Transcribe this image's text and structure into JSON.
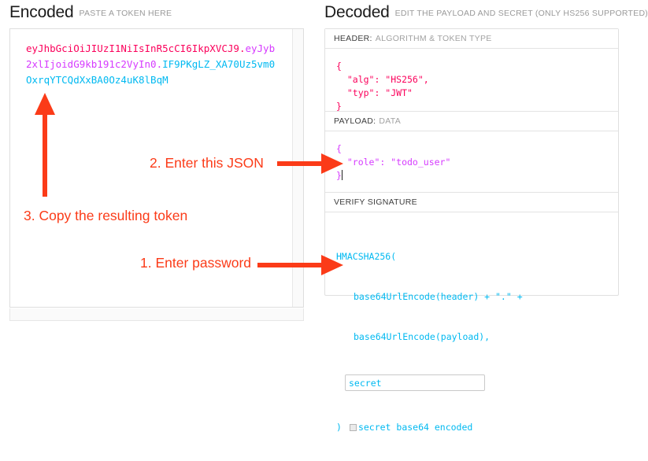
{
  "encoded": {
    "title": "Encoded",
    "subtitle": "PASTE A TOKEN HERE",
    "token": {
      "header": "eyJhbGciOiJIUzI1NiIsInR5cCI6IkpXVCJ9",
      "dot1": ".",
      "payload": "eyJyb2xlIjoidG9kb191c2VyIn0",
      "dot2": ".",
      "signature": "IF9PKgLZ_XA70Uz5vm0OxrqYTCQdXxBA0Oz4uK8lBqM",
      "full": "eyJhbGciOiJIUzI1NiIsInR5cCI6IkpXVCJ9.eyJyb2xlIjoidG9kb191c2VyIn0.IF9PKgLZ_XA70Uz5vm0OxrqYTCQdXxBA0Oz4uK8lBqM"
    },
    "colors": {
      "header": "#fb015b",
      "payload": "#d63aff",
      "signature": "#00b9f1"
    }
  },
  "decoded": {
    "title": "Decoded",
    "subtitle": "EDIT THE PAYLOAD AND SECRET (ONLY HS256 SUPPORTED)",
    "sections": {
      "header": {
        "label": "HEADER:",
        "hint": "ALGORITHM & TOKEN TYPE",
        "body": "{\n  \"alg\": \"HS256\",\n  \"typ\": \"JWT\"\n}"
      },
      "payload": {
        "label": "PAYLOAD:",
        "hint": "DATA",
        "body": "{\n  \"role\": \"todo_user\"\n}"
      },
      "verify": {
        "label": "VERIFY SIGNATURE",
        "hint": "",
        "line1": "HMACSHA256(",
        "line2": "base64UrlEncode(header) + \".\" +",
        "line3": "base64UrlEncode(payload),",
        "secret_value": "secret",
        "secret_placeholder": "secret",
        "close_paren": ")",
        "base64_label": "secret base64 encoded",
        "base64_checked": false
      }
    }
  },
  "annotations": {
    "color": "#fb3b18",
    "items": [
      {
        "id": "step-1",
        "text": "1. Enter password"
      },
      {
        "id": "step-2",
        "text": "2. Enter this JSON"
      },
      {
        "id": "step-3",
        "text": "3. Copy the resulting token"
      }
    ]
  }
}
